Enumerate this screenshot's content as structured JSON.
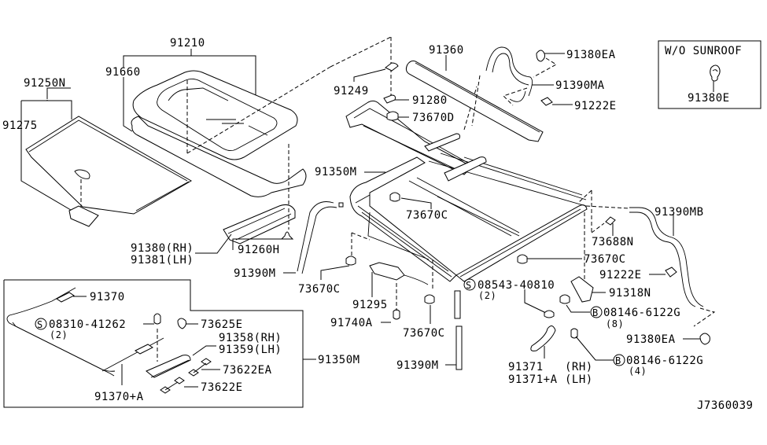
{
  "diagram": {
    "title": "Sunroof parts diagram",
    "figure_id": "J7360039",
    "inset": {
      "heading": "W/O SUNROOF",
      "part": "91380E"
    },
    "labels": {
      "p91210": "91210",
      "p91660": "91660",
      "p91250N": "91250N",
      "p91275": "91275",
      "p91249": "91249",
      "p91280": "91280",
      "p73670D": "73670D",
      "p91360": "91360",
      "p91380EA_top": "91380EA",
      "p91390MA": "91390MA",
      "p91222E_top": "91222E",
      "p91350M_top": "91350M",
      "p73670C_a": "73670C",
      "p91380RH": "91380(RH)",
      "p91381LH": "91381(LH)",
      "p91260H": "91260H",
      "p91390M_left": "91390M",
      "p73670C_b": "73670C",
      "p91295": "91295",
      "p91740A": "91740A",
      "p73670C_c": "73670C",
      "p91390M_bottom": "91390M",
      "p73688N": "73688N",
      "p91390MB": "91390MB",
      "p73670C_d": "73670C",
      "p08543": "08543-40810",
      "p08543_qty": "(2)",
      "p91222E_right": "91222E",
      "p91318N": "91318N",
      "p08146_a": "08146-6122G",
      "p08146_a_qty": "(8)",
      "p91380EA_right": "91380EA",
      "p08146_b": "08146-6122G",
      "p08146_b_qty": "(4)",
      "p91371": "91371",
      "p91371_rh": "(RH)",
      "p91371A": "91371+A",
      "p91371A_lh": "(LH)",
      "p91370": "91370",
      "p08310": "08310-41262",
      "p08310_qty": "(2)",
      "p73625E": "73625E",
      "p91358": "91358(RH)",
      "p91359": "91359(LH)",
      "p73622EA": "73622EA",
      "p73622E": "73622E",
      "p91370A": "91370+A",
      "p91350M_box": "91350M"
    },
    "symbols": {
      "screw_mark": "S",
      "bolt_mark": "B"
    }
  }
}
